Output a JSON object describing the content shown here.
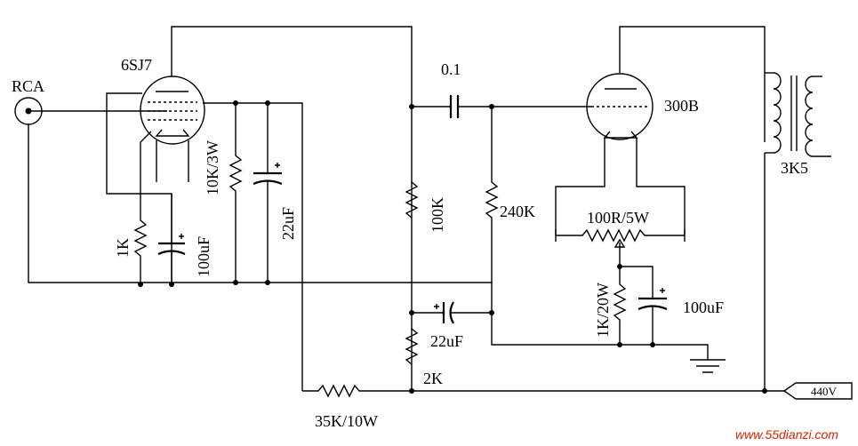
{
  "labels": {
    "tube1": "6SJ7",
    "input": "RCA",
    "r_screen": "10K/3W",
    "c_screen": "22uF",
    "r_cathode1": "1K",
    "c_cathode1": "100uF",
    "coupling_cap": "0.1",
    "r_plate": "100K",
    "r_grid": "240K",
    "c_decouple": "22uF",
    "r_decouple": "2K",
    "r_supply": "35K/10W",
    "tube2": "300B",
    "hum_pot": "100R/5W",
    "r_cathode2": "1K/20W",
    "c_cathode2": "100uF",
    "transformer": "3K5",
    "supply": "440V",
    "watermark": "www.55dianzi.com"
  }
}
